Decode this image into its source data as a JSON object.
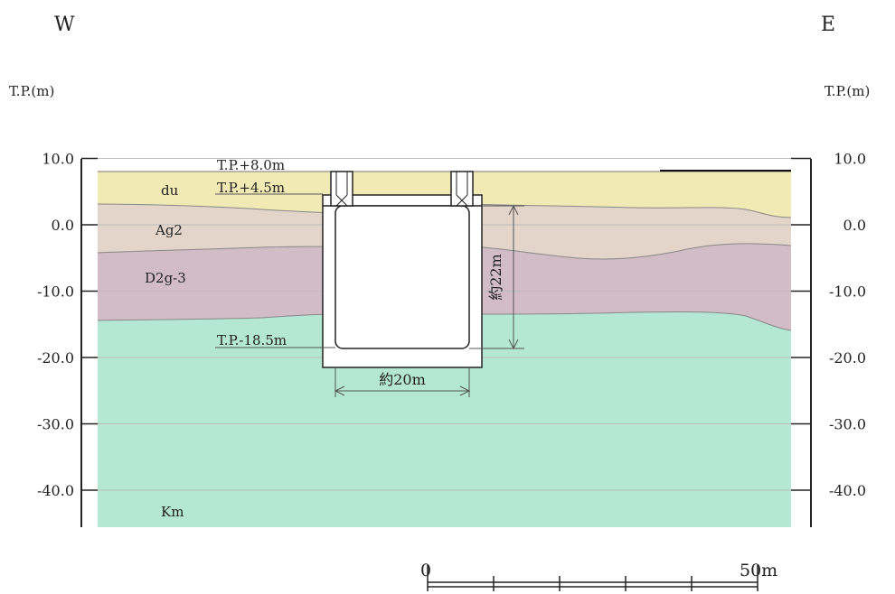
{
  "directions": {
    "west": "W",
    "east": "E"
  },
  "axis": {
    "unit_label_left": "T.P.(m)",
    "unit_label_right": "T.P.(m)",
    "ticks": [
      "10.0",
      "0.0",
      "-10.0",
      "-20.0",
      "-30.0",
      "-40.0"
    ],
    "tick_values": [
      10,
      0,
      -10,
      -20,
      -30,
      -40
    ]
  },
  "layers": [
    {
      "label": "du",
      "color": "#f1eab5"
    },
    {
      "label": "Ag2",
      "color": "#e3d5c9"
    },
    {
      "label": "D2g-3",
      "color": "#d2bdc6"
    },
    {
      "label": "Km",
      "color": "#b5e7d5"
    }
  ],
  "annotations": {
    "ground_top": "T.P.+8.0m",
    "structure_top": "T.P.+4.5m",
    "structure_bottom": "T.P.-18.5m",
    "height_dim": "約22m",
    "width_dim": "約20m"
  },
  "scale_bar": {
    "start_label": "0",
    "end_label": "50m"
  }
}
